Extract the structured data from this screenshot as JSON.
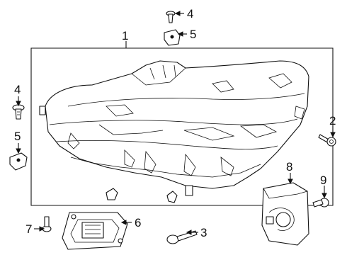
{
  "callouts": [
    {
      "id": "1",
      "label": "1"
    },
    {
      "id": "2",
      "label": "2"
    },
    {
      "id": "3",
      "label": "3"
    },
    {
      "id": "4a",
      "label": "4"
    },
    {
      "id": "4b",
      "label": "4"
    },
    {
      "id": "5a",
      "label": "5"
    },
    {
      "id": "5b",
      "label": "5"
    },
    {
      "id": "6",
      "label": "6"
    },
    {
      "id": "7",
      "label": "7"
    },
    {
      "id": "8",
      "label": "8"
    },
    {
      "id": "9",
      "label": "9"
    }
  ]
}
